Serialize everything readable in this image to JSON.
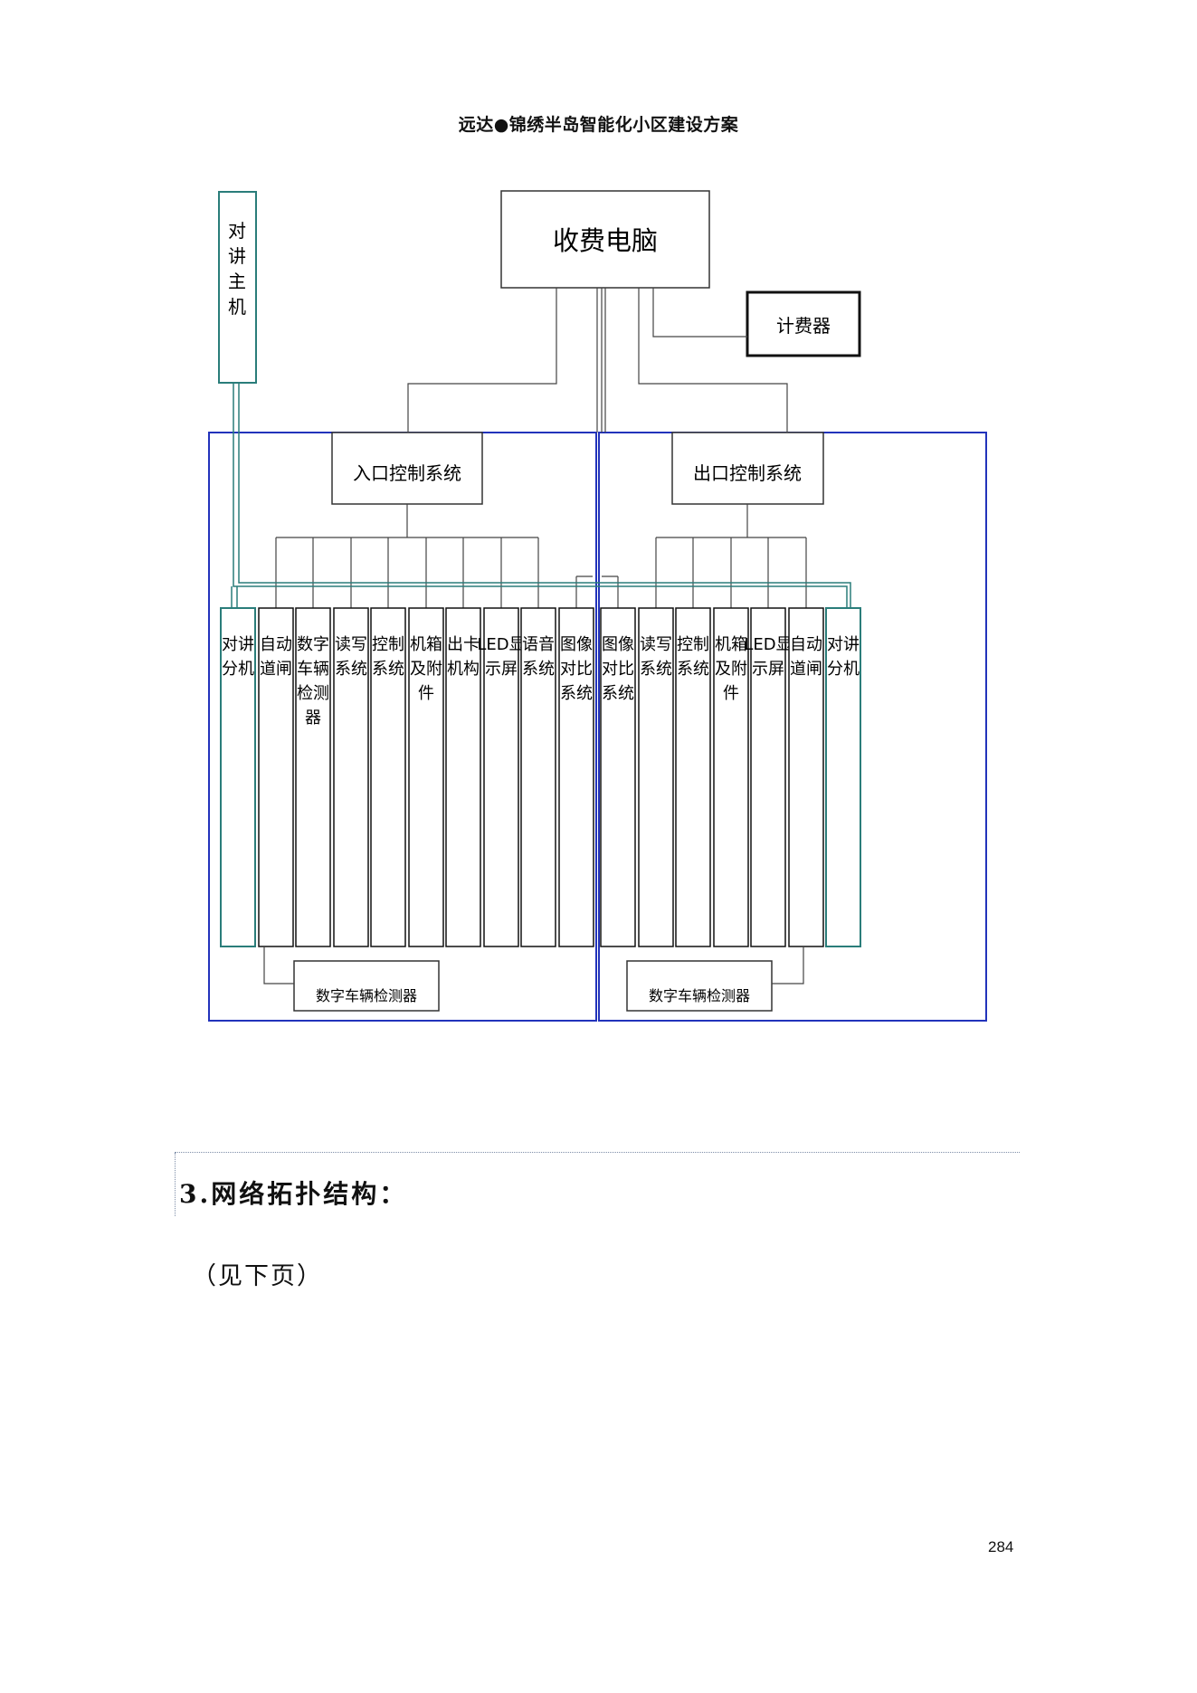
{
  "header": {
    "title": "远达●锦绣半岛智能化小区建设方案"
  },
  "diagram": {
    "top": {
      "main_pc": "收费电脑",
      "meter": "计费器",
      "intercom_master": "对讲主机"
    },
    "entry_system": "入口控制系统",
    "exit_system": "出口控制系统",
    "entry_modules": [
      "对讲分机",
      "自动道闸",
      "数字车辆检测器",
      "读写系统",
      "控制系统",
      "机箱及附件",
      "出卡机构",
      "LED显示屏",
      "语音系统",
      "图像对比系统"
    ],
    "exit_modules": [
      "图像对比系统",
      "读写系统",
      "控制系统",
      "机箱及附件",
      "LED显示屏",
      "自动道闸",
      "对讲分机"
    ],
    "entry_detector": "数字车辆检测器",
    "exit_detector": "数字车辆检测器"
  },
  "section": {
    "title": "3.网络拓扑结构：",
    "note": "（见下页）"
  },
  "page_number": "284",
  "colors": {
    "frame": "#2233bb",
    "intercom": "#2a7d7a",
    "line": "#222222"
  }
}
